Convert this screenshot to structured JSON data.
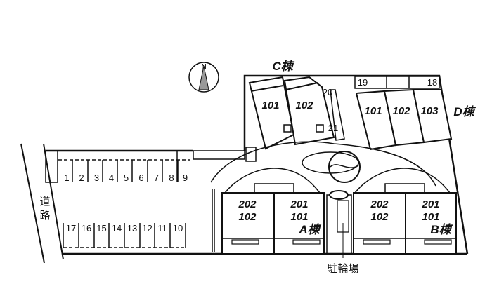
{
  "compass": {
    "label": "N"
  },
  "road": {
    "chars": [
      "道",
      "路"
    ]
  },
  "parking": {
    "top_row": [
      "1",
      "2",
      "3",
      "4",
      "5",
      "6",
      "7",
      "8",
      "9"
    ],
    "bottom_row": [
      "17",
      "16",
      "15",
      "14",
      "13",
      "12",
      "11",
      "10"
    ],
    "upper_right": [
      "19",
      "18"
    ],
    "side": [
      "20",
      "21"
    ]
  },
  "buildings": {
    "C": {
      "label": "C棟",
      "units": [
        "101",
        "102"
      ]
    },
    "D": {
      "label": "D棟",
      "units": [
        "101",
        "102",
        "103"
      ]
    },
    "A": {
      "label": "A棟",
      "units": [
        {
          "upper": "202",
          "lower": "102"
        },
        {
          "upper": "201",
          "lower": "101"
        }
      ]
    },
    "B": {
      "label": "B棟",
      "units": [
        {
          "upper": "202",
          "lower": "102"
        },
        {
          "upper": "201",
          "lower": "101"
        }
      ]
    }
  },
  "bike_parking": {
    "label": "駐輪場"
  }
}
